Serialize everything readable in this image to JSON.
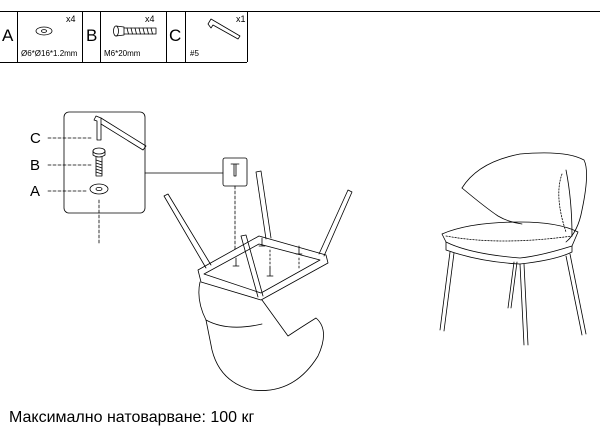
{
  "parts": [
    {
      "letter": "A",
      "icon": "washer-icon",
      "qty": "x4",
      "spec": "Ø6*Ø16*1.2mm"
    },
    {
      "letter": "B",
      "icon": "bolt-icon",
      "qty": "x4",
      "spec": "M6*20mm"
    },
    {
      "letter": "C",
      "icon": "allen-key-icon",
      "qty": "x1",
      "spec": "#5"
    }
  ],
  "detail_callouts": [
    "C",
    "B",
    "A"
  ],
  "footer": {
    "max_load": "Максимално натоварване: 100 кг"
  }
}
